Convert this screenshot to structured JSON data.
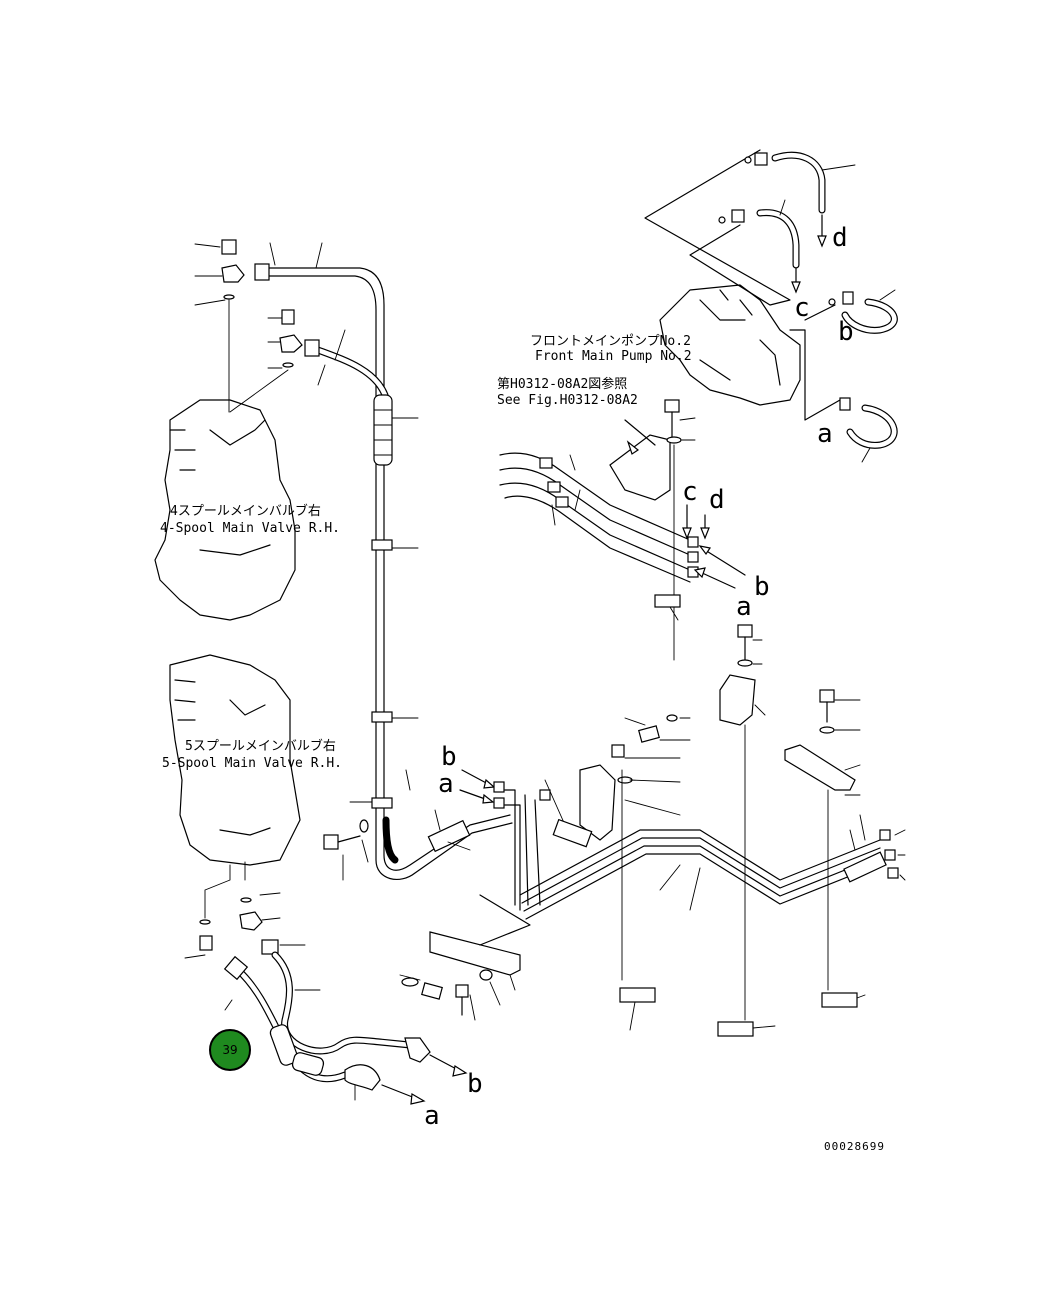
{
  "labels": {
    "front_pump_jp": "フロントメインポンプNo.2",
    "front_pump_en": "Front Main Pump No.2",
    "see_fig_jp": "第H0312-08A2図参照",
    "see_fig_en": "See Fig.H0312-08A2",
    "valve4_jp": "4スプールメインバルブ右",
    "valve4_en": "4-Spool Main Valve R.H.",
    "valve5_jp": "5スプールメインバルブ右",
    "valve5_en": "5-Spool Main Valve R.H."
  },
  "connection_letters": {
    "a": "a",
    "b": "b",
    "c": "c",
    "d": "d"
  },
  "callout": {
    "number": "39",
    "color": "#1f8a1f"
  },
  "document_number": "00028699"
}
